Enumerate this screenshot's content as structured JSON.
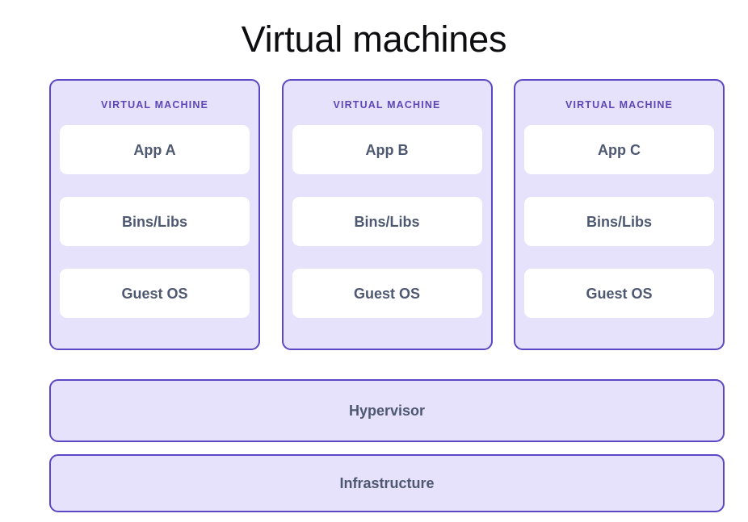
{
  "diagram": {
    "title": "Virtual machines",
    "theme": {
      "page_background": "#ffffff",
      "title_color": "#0d0d0f",
      "card_fill": "#e7e2fb",
      "card_border": "#5b47c4",
      "card_title_color": "#5d46b6",
      "layer_fill": "#ffffff",
      "layer_label_color": "#4e5871"
    },
    "virtual_machines": [
      {
        "header": "VIRTUAL MACHINE",
        "layers": [
          {
            "label": "App A"
          },
          {
            "label": "Bins/Libs"
          },
          {
            "label": "Guest OS"
          }
        ]
      },
      {
        "header": "VIRTUAL MACHINE",
        "layers": [
          {
            "label": "App B"
          },
          {
            "label": "Bins/Libs"
          },
          {
            "label": "Guest OS"
          }
        ]
      },
      {
        "header": "VIRTUAL MACHINE",
        "layers": [
          {
            "label": "App C"
          },
          {
            "label": "Bins/Libs"
          },
          {
            "label": "Guest OS"
          }
        ]
      }
    ],
    "base_layers": [
      {
        "label": "Hypervisor"
      },
      {
        "label": "Infrastructure"
      }
    ]
  }
}
